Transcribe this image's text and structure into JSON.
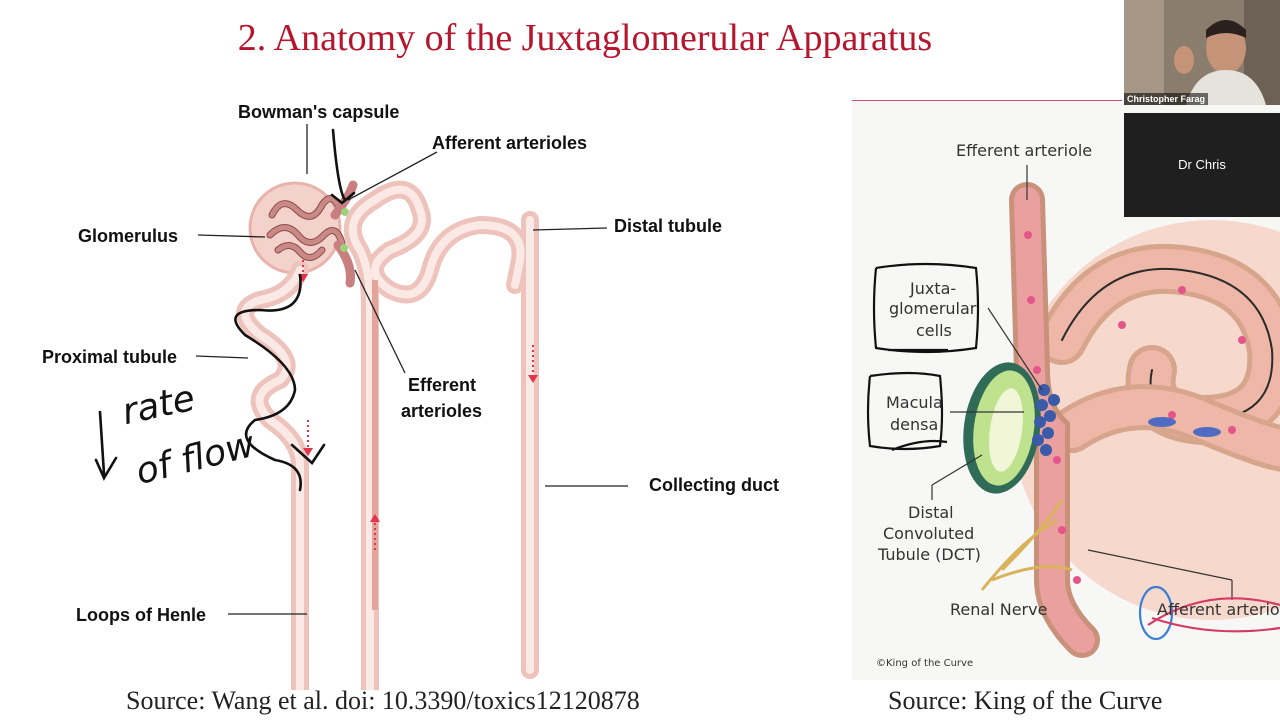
{
  "slide": {
    "title": "2. Anatomy of the Juxtaglomerular Apparatus",
    "left_diagram": {
      "labels": {
        "bowmans_capsule": "Bowman's capsule",
        "afferent_arterioles": "Afferent arterioles",
        "glomerulus": "Glomerulus",
        "distal_tubule": "Distal tubule",
        "proximal_tubule": "Proximal tubule",
        "efferent_arterioles_1": "Efferent",
        "efferent_arterioles_2": "arterioles",
        "collecting_duct": "Collecting duct",
        "loops_of_henle": "Loops of Henle"
      },
      "source": "Source: Wang et al. doi: 10.3390/toxics12120878"
    },
    "right_diagram": {
      "labels": {
        "efferent_arteriole": "Efferent arteriole",
        "jg_cells_1": "Juxta-",
        "jg_cells_2": "glomerular",
        "jg_cells_3": "cells",
        "macula_densa_1": "Macula",
        "macula_densa_2": "densa",
        "dct_1": "Distal",
        "dct_2": "Convoluted",
        "dct_3": "Tubule (DCT)",
        "renal_nerve": "Renal Nerve",
        "afferent_arteriole": "Afferent arterio"
      },
      "copyright": "©King of the Curve",
      "source": "Source: King of the Curve"
    },
    "handwriting": {
      "line1": "rate",
      "line2": "of flow"
    }
  },
  "video": {
    "participant_1": "Christopher Farag",
    "participant_2": "Dr Chris"
  },
  "colors": {
    "title": "#b5162e",
    "tubule": "#e9b8b0",
    "tubule_inner": "#fbe9e6",
    "flow_arrow": "#e2334a"
  }
}
